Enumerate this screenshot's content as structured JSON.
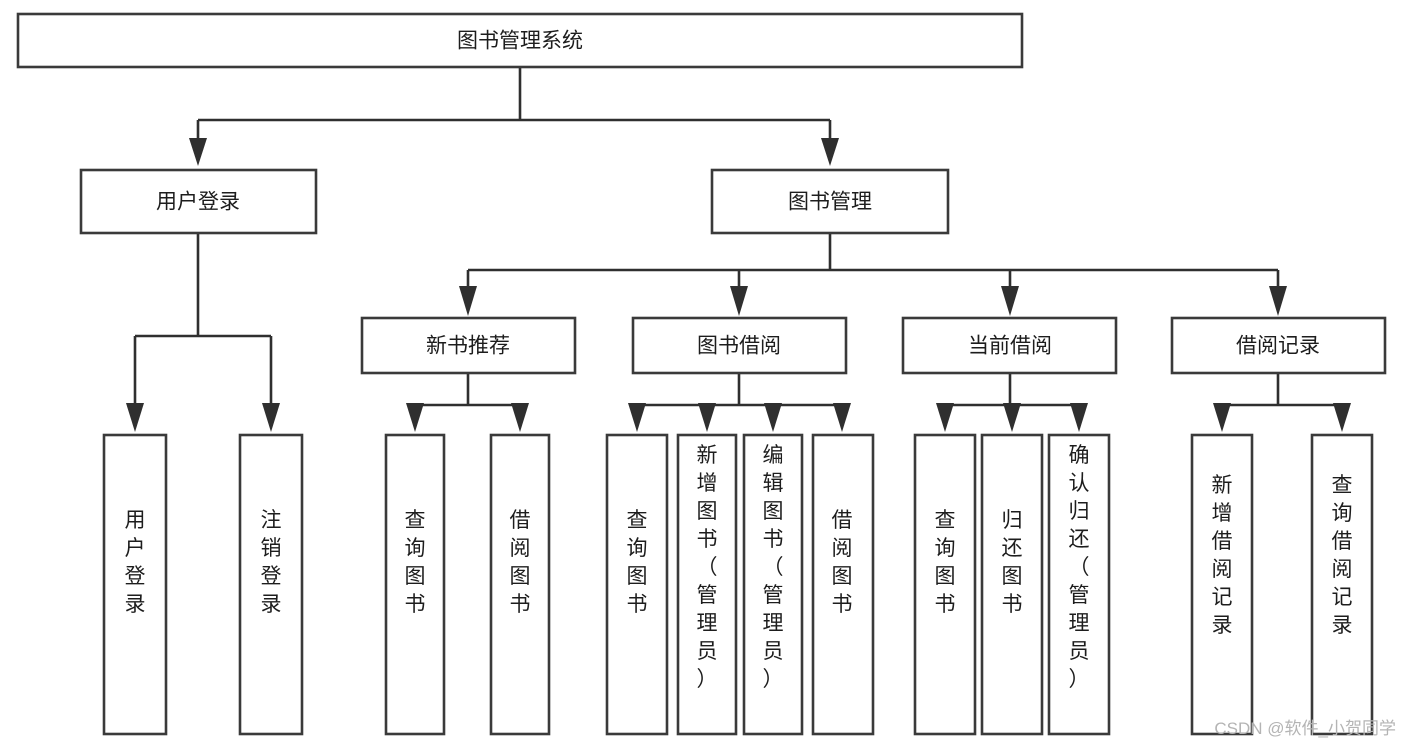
{
  "diagram": {
    "type": "tree-hierarchy-chart",
    "title": "图书管理系统",
    "root": {
      "id": "root",
      "label": "图书管理系统",
      "orientation": "horizontal"
    },
    "level2": [
      {
        "id": "user-login",
        "label": "用户登录",
        "orientation": "horizontal"
      },
      {
        "id": "book-manage",
        "label": "图书管理",
        "orientation": "horizontal"
      }
    ],
    "level3": [
      {
        "id": "new-book-rec",
        "label": "新书推荐",
        "orientation": "horizontal",
        "parent": "book-manage"
      },
      {
        "id": "book-borrow",
        "label": "图书借阅",
        "orientation": "horizontal",
        "parent": "book-manage"
      },
      {
        "id": "current-borrow",
        "label": "当前借阅",
        "orientation": "horizontal",
        "parent": "book-manage"
      },
      {
        "id": "borrow-record",
        "label": "借阅记录",
        "orientation": "horizontal",
        "parent": "book-manage"
      }
    ],
    "leaves": [
      {
        "id": "leaf-user-login",
        "label": "用户登录",
        "parent": "user-login",
        "align": "bottom"
      },
      {
        "id": "leaf-user-logout",
        "label": "注销登录",
        "parent": "user-login",
        "align": "bottom"
      },
      {
        "id": "leaf-query-book-1",
        "label": "查询图书",
        "parent": "new-book-rec",
        "align": "middle"
      },
      {
        "id": "leaf-borrow-book-1",
        "label": "借阅图书",
        "parent": "new-book-rec",
        "align": "middle"
      },
      {
        "id": "leaf-query-book-2",
        "label": "查询图书",
        "parent": "book-borrow",
        "align": "middle"
      },
      {
        "id": "leaf-add-book",
        "label": "新增图书（管理员）",
        "parent": "book-borrow",
        "align": "top"
      },
      {
        "id": "leaf-edit-book",
        "label": "编辑图书（管理员）",
        "parent": "book-borrow",
        "align": "top"
      },
      {
        "id": "leaf-borrow-book-2",
        "label": "借阅图书",
        "parent": "book-borrow",
        "align": "middle"
      },
      {
        "id": "leaf-query-book-3",
        "label": "查询图书",
        "parent": "current-borrow",
        "align": "middle"
      },
      {
        "id": "leaf-return-book",
        "label": "归还图书",
        "parent": "current-borrow",
        "align": "middle"
      },
      {
        "id": "leaf-confirm-return",
        "label": "确认归还（管理员）",
        "parent": "current-borrow",
        "align": "top"
      },
      {
        "id": "leaf-add-record",
        "label": "新增借阅记录",
        "parent": "borrow-record",
        "align": "middle"
      },
      {
        "id": "leaf-query-record",
        "label": "查询借阅记录",
        "parent": "borrow-record",
        "align": "middle"
      }
    ]
  },
  "watermark": {
    "text": "CSDN @软件_小贺同学"
  },
  "colors": {
    "box_stroke": "#3a3a3a",
    "connector": "#2f2f2f",
    "text": "#1d1d1d",
    "background": "#ffffff",
    "watermark": "#b4b4b4"
  }
}
